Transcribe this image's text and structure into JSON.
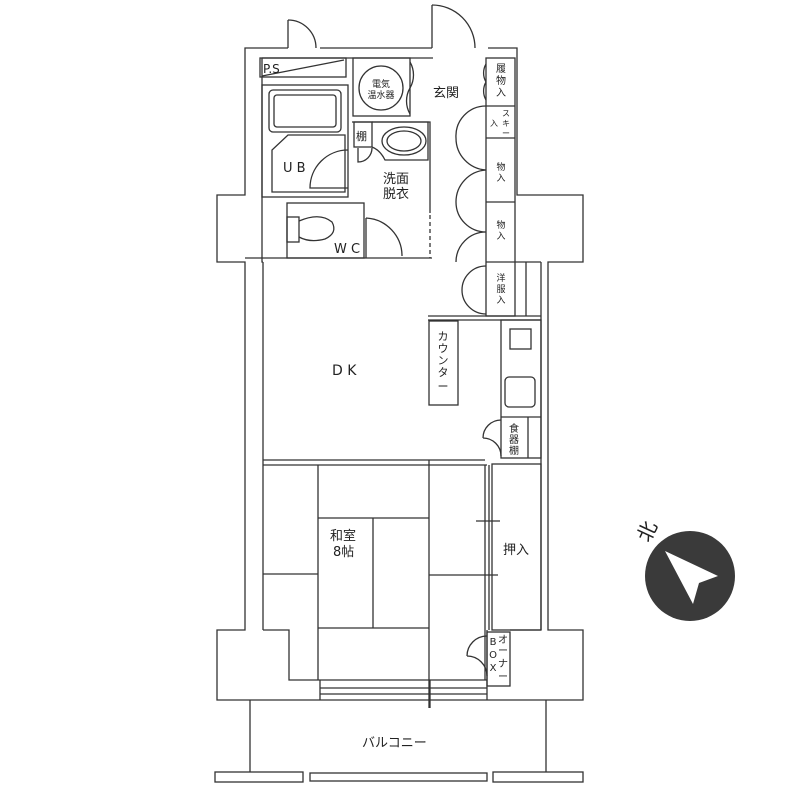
{
  "rooms": {
    "ps": "P.S",
    "water_heater_1": "電気",
    "water_heater_2": "温水器",
    "entrance": "玄関",
    "shoe_storage": [
      "履",
      "物",
      "入"
    ],
    "ski_storage": [
      "ス",
      "キ",
      "ー",
      "入"
    ],
    "storage_1": [
      "物",
      "入"
    ],
    "storage_2": [
      "物",
      "入"
    ],
    "wardrobe": [
      "洋",
      "服",
      "入"
    ],
    "unit_bath": "U B",
    "shelf": "棚",
    "washroom_1": "洗面",
    "washroom_2": "脱衣",
    "wc": "W C",
    "dk": "D K",
    "counter": [
      "カ",
      "ウ",
      "ン",
      "タ",
      "ー"
    ],
    "cupboard": [
      "食",
      "器",
      "棚"
    ],
    "japanese_room_1": "和室",
    "japanese_room_2": "8帖",
    "closet": "押入",
    "owner_box_a": [
      "オ",
      "ー",
      "ナ",
      "ー"
    ],
    "owner_box_b": [
      "B",
      "O",
      "X"
    ],
    "balcony": "バルコニー"
  },
  "compass": {
    "label": "北",
    "color": "#3a3a3a"
  }
}
